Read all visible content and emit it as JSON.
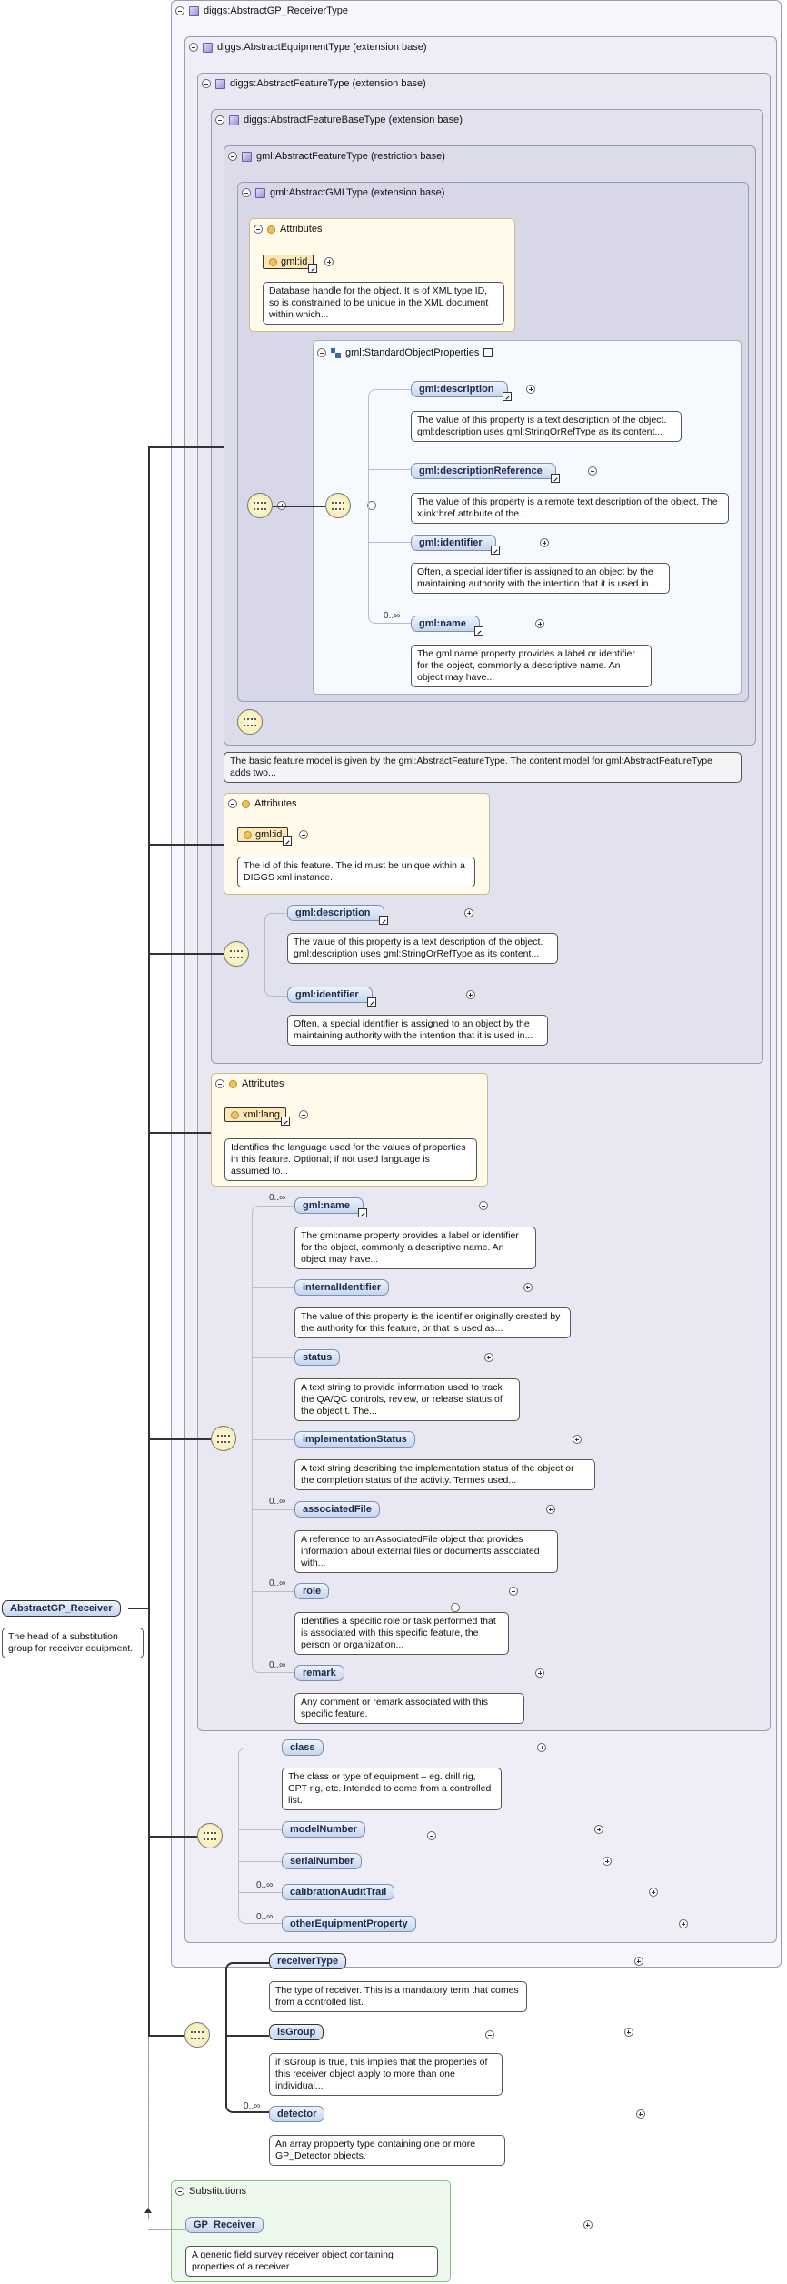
{
  "root": {
    "name": "AbstractGP_Receiver",
    "doc": "The head of a substitution group for receiver equipment."
  },
  "types": {
    "receiver_type": "diggs:AbstractGP_ReceiverType",
    "equipment_type": "diggs:AbstractEquipmentType (extension base)",
    "feature_type": "diggs:AbstractFeatureType (extension base)",
    "feature_base_type": "diggs:AbstractFeatureBaseType (extension base)",
    "gml_feature_type": "gml:AbstractFeatureType (restriction base)",
    "gml_type": "gml:AbstractGMLType (extension base)"
  },
  "gml_type_attrs": {
    "title": "Attributes",
    "attr": "gml:id",
    "doc": "Database handle for the object. It is of XML type ID, so is constrained to be unique in the XML document within which..."
  },
  "sop": {
    "title": "gml:StandardObjectProperties",
    "items": [
      {
        "name": "gml:description",
        "doc": "The value of this property is a text description of the object. gml:description uses gml:StringOrRefType as its content..."
      },
      {
        "name": "gml:descriptionReference",
        "doc": "The value of this property is a remote text description of the object. The xlink:href attribute of the..."
      },
      {
        "name": "gml:identifier",
        "doc": "Often, a special identifier is assigned to an object by the maintaining authority with the intention that it is used in..."
      },
      {
        "name": "gml:name",
        "mult": "0..∞",
        "doc": "The gml:name property provides a label or identifier for the object, commonly a descriptive name. An object may have..."
      }
    ]
  },
  "gml_feature_doc": "The basic feature model is given by the gml:AbstractFeatureType. The content model for gml:AbstractFeatureType adds two...",
  "feature_base_attrs": {
    "title": "Attributes",
    "attr": "gml:id",
    "doc": "The id of this feature. The id must be unique within a DIGGS xml instance."
  },
  "feature_base_seq": [
    {
      "name": "gml:description",
      "doc": "The value of this property is a text description of the object. gml:description uses gml:StringOrRefType as its content..."
    },
    {
      "name": "gml:identifier",
      "doc": "Often, a special identifier is assigned to an object by the maintaining authority with the intention that it is used in..."
    }
  ],
  "feature_attrs": {
    "title": "Attributes",
    "attr": "xml:lang",
    "doc": "Identifies the language used for the values of properties in this feature. Optional; if not used language is assumed to..."
  },
  "feature_seq": [
    {
      "name": "gml:name",
      "mult": "0..∞",
      "doc": "The gml:name property provides a label or identifier for the object, commonly a descriptive name. An object may have..."
    },
    {
      "name": "internalIdentifier",
      "mult": "",
      "doc": "The value of this property is the identifier originally created by the authority for this feature, or that is used as..."
    },
    {
      "name": "status",
      "mult": "",
      "doc": "A text string to provide information used to track the QA/QC controls, review, or release status of the object t. The..."
    },
    {
      "name": "implementationStatus",
      "mult": "",
      "doc": "A text string describing the implementation status of the object or the completion status of the activity. Termes used..."
    },
    {
      "name": "associatedFile",
      "mult": "0..∞",
      "doc": "A reference to an AssociatedFile object that provides information about external files or documents associated with..."
    },
    {
      "name": "role",
      "mult": "0..∞",
      "doc": "Identifies a specific role or task performed that is associated with this specific feature, the person or organization..."
    },
    {
      "name": "remark",
      "mult": "0..∞",
      "doc": "Any comment or remark associated with this specific feature."
    }
  ],
  "equipment_seq": [
    {
      "name": "class",
      "mult": "",
      "doc": "The class or type of equipment – eg. drill rig, CPT rig, etc. Intended to come from a controlled list."
    },
    {
      "name": "modelNumber",
      "mult": ""
    },
    {
      "name": "serialNumber",
      "mult": ""
    },
    {
      "name": "calibrationAuditTrail",
      "mult": "0..∞"
    },
    {
      "name": "otherEquipmentProperty",
      "mult": "0..∞"
    }
  ],
  "receiver_seq": [
    {
      "name": "receiverType",
      "mult": "",
      "doc": "The type of receiver. This is a mandatory term that comes from a controlled list."
    },
    {
      "name": "isGroup",
      "mult": "",
      "doc": "if isGroup is true, this implies that the properties of this receiver object apply to more than one individual..."
    },
    {
      "name": "detector",
      "mult": "0..∞",
      "doc": "An array propoerty type containing one or more GP_Detector objects."
    }
  ],
  "substitutions": {
    "title": "Substitutions",
    "name": "GP_Receiver",
    "doc": "A generic field survey receiver object containing properties of a receiver."
  },
  "colors": {
    "element_fill": "#c6d5ee",
    "attr_fill": "#fbe8b6",
    "substitution_fill": "#edf8ed"
  }
}
